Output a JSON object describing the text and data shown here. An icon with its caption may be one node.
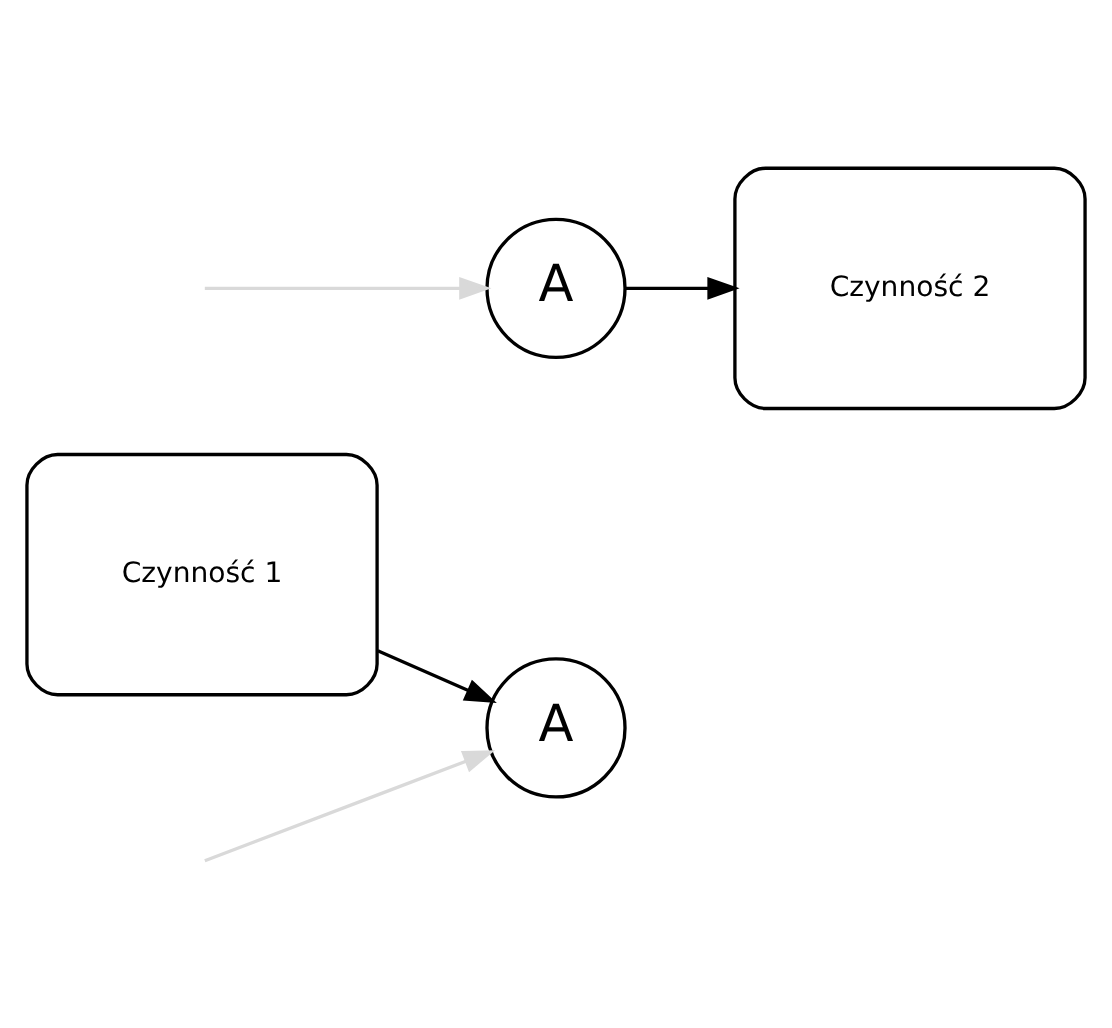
{
  "diagram": {
    "nodes": [
      {
        "text": [
          "Czynność 1"
        ]
      },
      {
        "text": [
          "A"
        ]
      },
      {
        "text": [
          "A"
        ]
      },
      {
        "text": [
          "Czynność 2"
        ]
      }
    ],
    "edges": [
      {
        "from": 0,
        "to": 1,
        "arrow": "to"
      },
      {
        "from": null,
        "to": 1,
        "arrow": "to",
        "color": "#d9d9d9"
      },
      {
        "from": null,
        "to": 2,
        "arrow": "to",
        "color": "#d9d9d9"
      },
      {
        "from": 2,
        "to": 3,
        "arrow": "to"
      }
    ]
  }
}
